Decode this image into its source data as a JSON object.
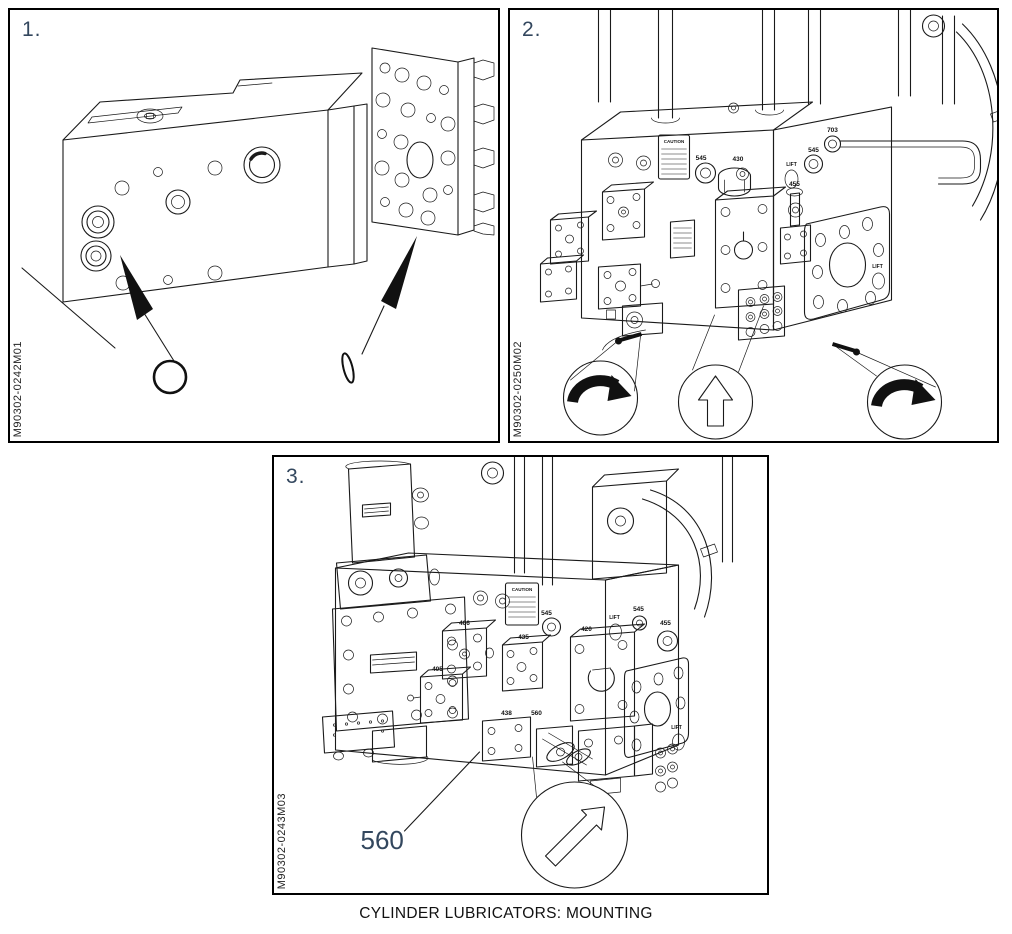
{
  "caption": "CYLINDER LUBRICATORS: MOUNTING",
  "panels": [
    {
      "number": "1.",
      "figure_id": "M90302-0242M01",
      "icons": [
        "o-ring",
        "o-ring-edge",
        "pointer-arrow",
        "pointer-arrow"
      ]
    },
    {
      "number": "2.",
      "figure_id": "M90302-0250M02",
      "icons": [
        "rotate-clockwise",
        "arrow-up",
        "rotate-clockwise",
        "caution-plate"
      ],
      "labels": {
        "caution": "CAUTION",
        "gauge_front": "545",
        "washer_front": "430",
        "relief_valve": "455",
        "lift_top": "LIFT",
        "gauge_side": "545",
        "fitting": "703",
        "lift_bottom": "LIFT"
      }
    },
    {
      "number": "3.",
      "figure_id": "M90302-0243M03",
      "part_callout": "560",
      "icons": [
        "arrow-up-right",
        "caution-plate"
      ],
      "labels": {
        "caution": "CAUTION",
        "valve_406": "406",
        "valve_435": "435",
        "valve_420": "420",
        "valve_405": "405",
        "gauge_front": "545",
        "valve_438": "438",
        "valve_560": "560",
        "lift_top": "LIFT",
        "gauge_side": "545",
        "relief_side": "455",
        "lift_bottom": "LIFT"
      }
    }
  ]
}
